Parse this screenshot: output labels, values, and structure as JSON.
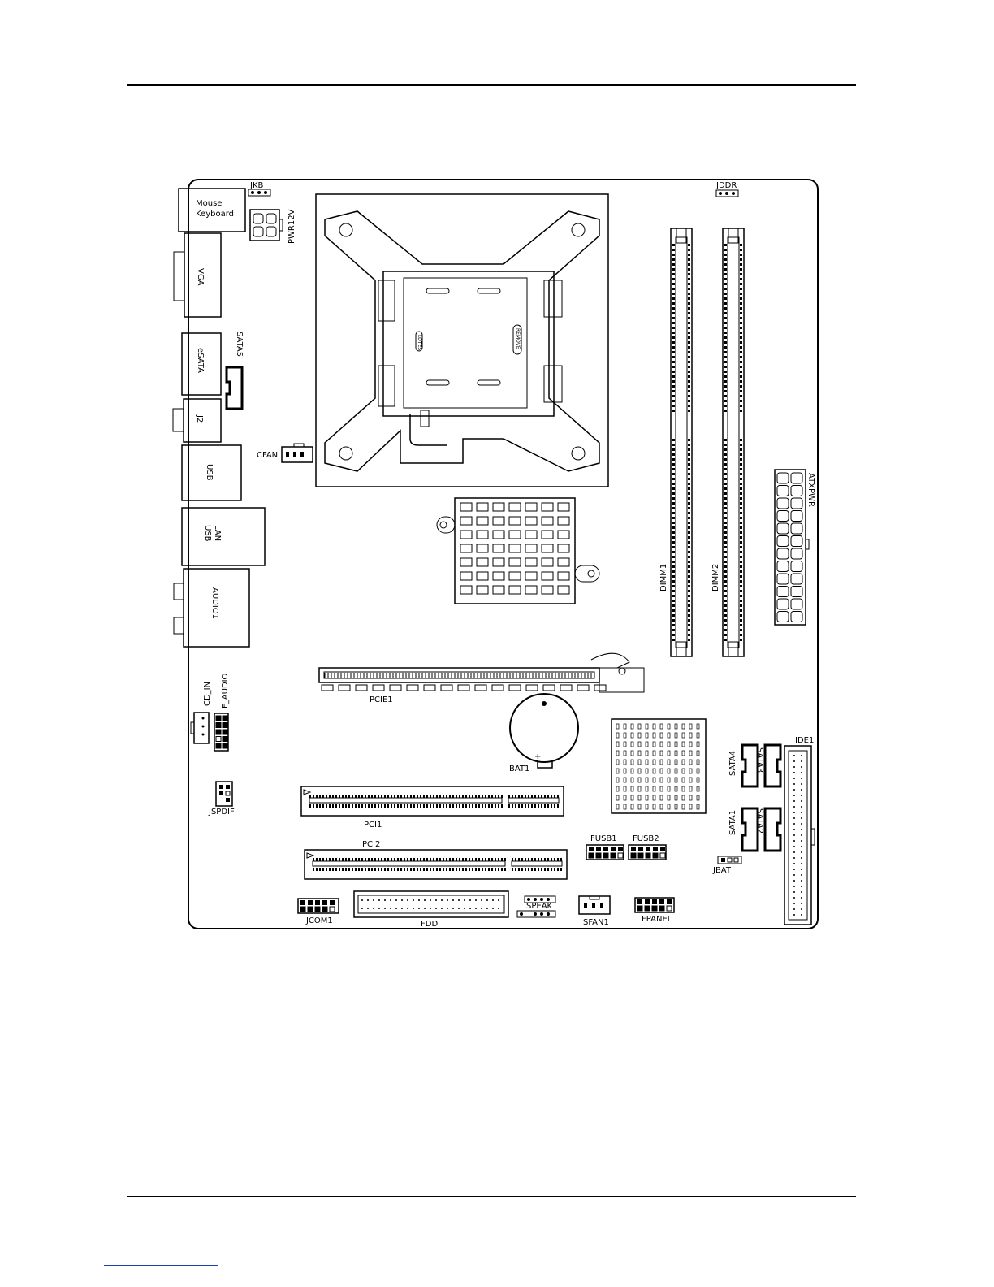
{
  "labels": {
    "jkb": "JKB",
    "mouse_keyboard_1": "Mouse",
    "mouse_keyboard_2": "Keyboard",
    "pwr12v": "PWR12V",
    "jddr": "JDDR",
    "vga": "VGA",
    "esata": "eSATA",
    "sata5": "SATA5",
    "j2": "J2",
    "usb": "USB",
    "cfan": "CFAN",
    "lan_usb_1": "LAN",
    "lan_usb_2": "USB",
    "audio1": "AUDIO1",
    "dimm1": "DIMM1",
    "dimm2": "DIMM2",
    "atxpwr": "ATXPWR",
    "pcie1": "PCIE1",
    "cd_in": "CD_IN",
    "f_audio": "F_AUDIO",
    "bat1": "BAT1",
    "bat_plus": "+",
    "ide1": "IDE1",
    "sata4": "SATA4",
    "sata3": "SATA3",
    "sata1": "SATA1",
    "sata2": "SATA2",
    "jspdif": "JSPDIF",
    "pci1": "PCI1",
    "pci2": "PCI2",
    "fusb1": "FUSB1",
    "fusb2": "FUSB2",
    "jbat": "JBAT",
    "jcom1": "JCOM1",
    "fdd": "FDD",
    "speak": "SPEAK",
    "sfan1": "SFAN1",
    "fpanel": "FPANEL",
    "lotes": "LOTES",
    "remove": "REMOVE"
  }
}
